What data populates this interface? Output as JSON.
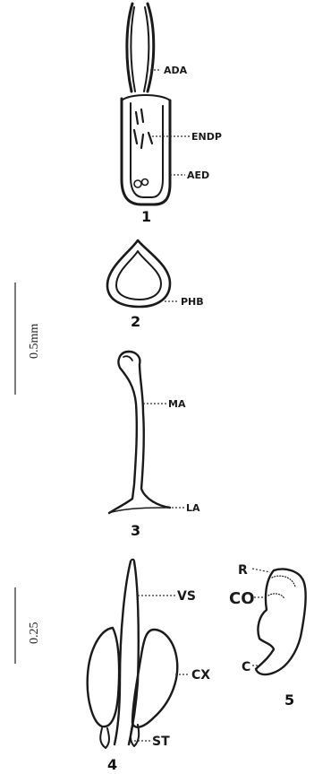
{
  "labels": {
    "ada": "ADA",
    "endp": "ENDP",
    "aed": "AED",
    "phb": "PHB",
    "ma": "MA",
    "la": "LA",
    "vs": "VS",
    "cx": "CX",
    "st": "ST",
    "r": "R",
    "co": "CO",
    "c": "C"
  },
  "figure_numbers": [
    "1",
    "2",
    "3",
    "4",
    "5"
  ],
  "scale_bars": {
    "large": "0.5mm",
    "small": "0.25"
  }
}
